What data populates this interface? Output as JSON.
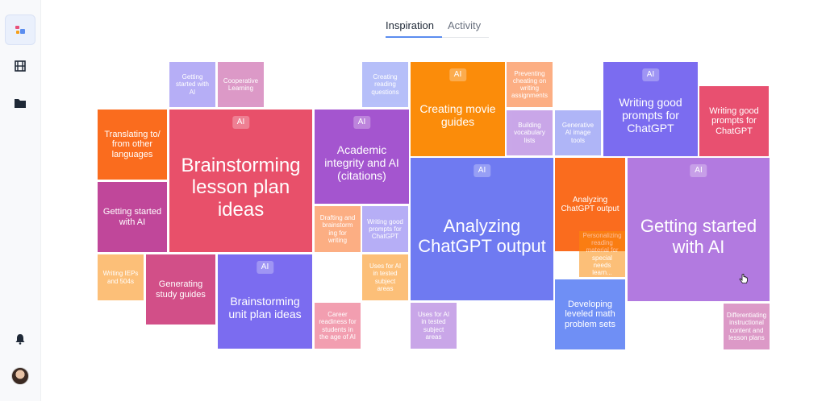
{
  "tabs": {
    "inspiration": "Inspiration",
    "activity": "Activity"
  },
  "badge_label": "AI",
  "tiles": {
    "getting_started_ai_small": "Getting started with AI",
    "cooperative_learning": "Cooperative Learning",
    "creating_reading_questions": "Creating reading questions",
    "creating_movie_guides": "Creating movie guides",
    "preventing_cheating": "Preventing cheating on writing assignments",
    "writing_good_prompts_large": "Writing good prompts for ChatGPT",
    "translating": "Translating to/ from other languages",
    "brainstorming_lesson": "Brainstorming lesson plan ideas",
    "academic_integrity": "Academic integrity and AI (citations)",
    "building_vocab": "Building vocabulary lists",
    "generative_ai_image": "Generative AI image tools",
    "writing_good_prompts_red": "Writing good prompts for ChatGPT",
    "getting_started_ai_medium": "Getting started with AI",
    "analyzing_chatgpt_large": "Analyzing ChatGPT output",
    "analyzing_chatgpt_small": "Analyzing ChatGPT output",
    "getting_started_ai_large": "Getting started with AI",
    "drafting_brainstorming": "Drafting and brainstorm ing for writing",
    "writing_good_prompts_small": "Writing good prompts for ChatGPT",
    "personalizing_reading": "Personalizing reading material for special needs learn...",
    "writing_ieps": "Writing IEPs and 504s",
    "generating_study_guides": "Generating study guides",
    "brainstorming_unit": "Brainstorming unit plan ideas",
    "uses_ai_tested_1": "Uses for AI in tested subject areas",
    "career_readiness": "Career readiness for students in the age of AI",
    "uses_ai_tested_2": "Uses for AI in tested subject areas",
    "developing_math": "Developing leveled math problem sets",
    "differentiating": "Differentiating instructional content and lesson plans"
  },
  "colors": {
    "purple": "#7b6cf0",
    "magenta": "#c0479a",
    "orange": "#fa7c1e",
    "amber": "#fb8c0a",
    "red": "#e85070",
    "pink": "#d24f88",
    "violet": "#9d5fd6",
    "indigo": "#6f7af1",
    "lavender": "#b27ae0",
    "blue": "#6f8ff5",
    "accent": "#5b8def"
  }
}
